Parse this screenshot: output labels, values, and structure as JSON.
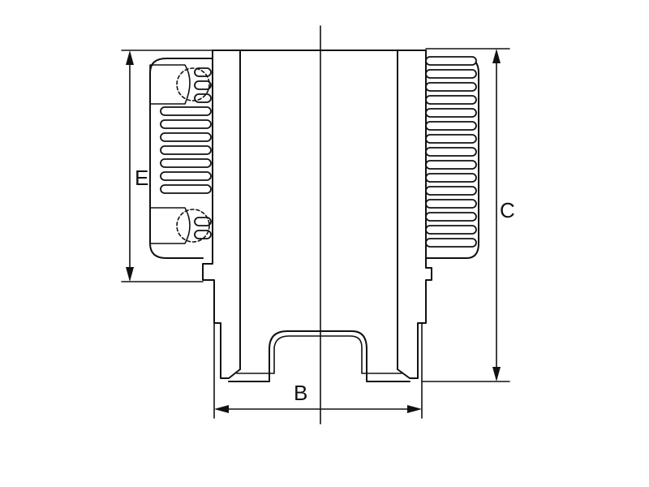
{
  "diagram": {
    "dimension_labels": {
      "e": "E",
      "c": "C",
      "b": "B"
    },
    "line_color": "#111111",
    "background_color": "#ffffff"
  }
}
